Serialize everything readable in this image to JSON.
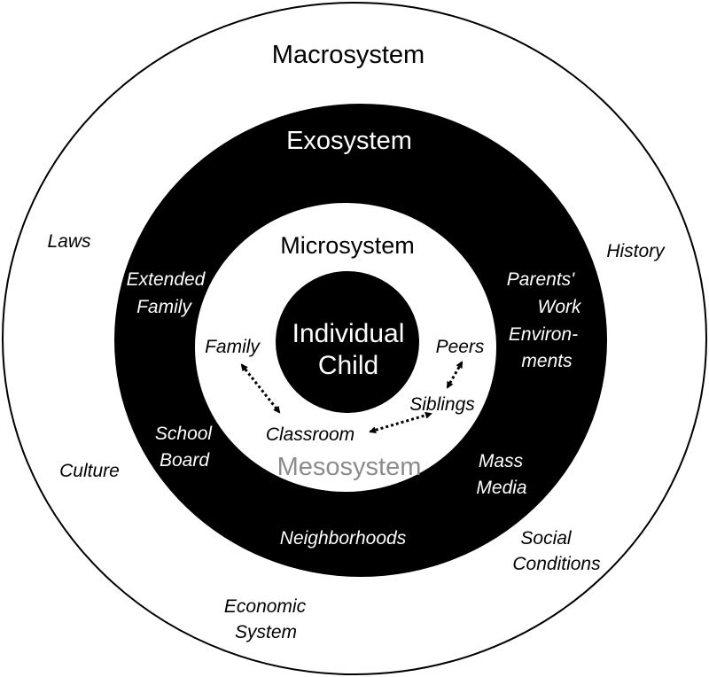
{
  "layers": {
    "macro": {
      "title": "Macrosystem"
    },
    "exo": {
      "title": "Exosystem"
    },
    "micro": {
      "title": "Microsystem"
    },
    "center": {
      "line1": "Individual",
      "line2": "Child"
    },
    "meso": {
      "title": "Mesosystem"
    }
  },
  "macro_items": {
    "laws": "Laws",
    "history": "History",
    "culture": "Culture",
    "social_1": "Social",
    "social_2": "Conditions",
    "economic_1": "Economic",
    "economic_2": "System"
  },
  "exo_items": {
    "extended_1": "Extended",
    "extended_2": "Family",
    "parents_1": "Parents'",
    "parents_2": "Work",
    "parents_3": "Environ-",
    "parents_4": "ments",
    "school_1": "School",
    "school_2": "Board",
    "mass_1": "Mass",
    "mass_2": "Media",
    "neighborhoods": "Neighborhoods"
  },
  "micro_items": {
    "family": "Family",
    "peers": "Peers",
    "siblings": "Siblings",
    "classroom": "Classroom"
  },
  "colors": {
    "background": "#ffffff",
    "outer_ring_fill": "#ffffff",
    "exo_ring_fill": "#000000",
    "micro_ring_fill": "#ffffff",
    "center_fill": "#000000",
    "outline": "#000000",
    "meso_text": "#8c8c8c"
  }
}
